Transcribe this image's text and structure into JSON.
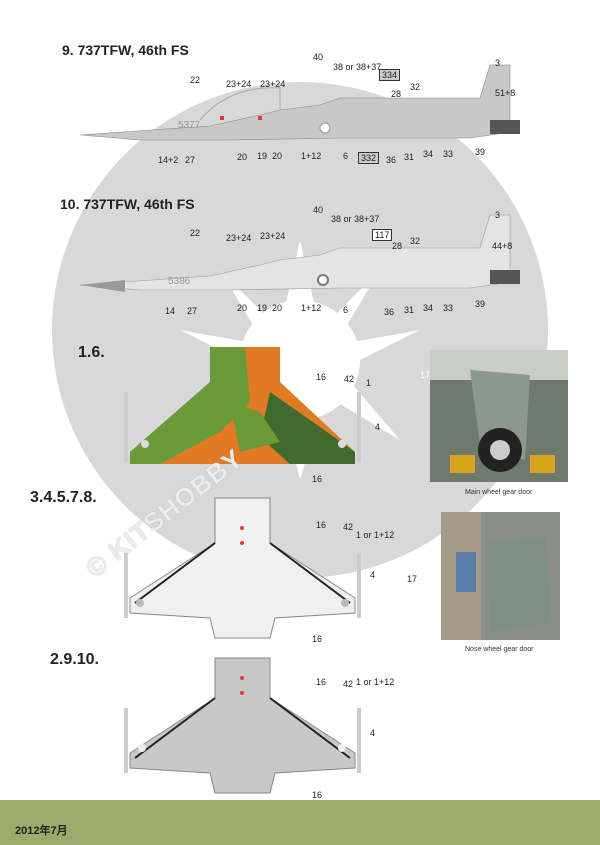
{
  "profiles": [
    {
      "title": "9. 737TFW, 46th FS",
      "serial": "5377",
      "labels": [
        "40",
        "38 or 38+37",
        "334",
        "3",
        "22",
        "23+24",
        "23+24",
        "28",
        "32",
        "51+8",
        "14+2",
        "27",
        "20",
        "19",
        "20",
        "1+12",
        "6",
        "332",
        "36",
        "31",
        "34",
        "33",
        "39"
      ]
    },
    {
      "title": "10. 737TFW, 46th FS",
      "serial": "5386",
      "labels": [
        "40",
        "38 or 38+37",
        "117",
        "3",
        "22",
        "23+24",
        "23+24",
        "28",
        "32",
        "44+8",
        "14",
        "27",
        "20",
        "19",
        "20",
        "1+12",
        "6",
        "36",
        "31",
        "34",
        "33",
        "39"
      ]
    }
  ],
  "plans": [
    {
      "title": "1.6.",
      "labels": [
        "16",
        "42",
        "1",
        "4",
        "16"
      ],
      "colors": [
        "#e07a24",
        "#6a9a3a",
        "#3f6b2e"
      ]
    },
    {
      "title": "3.4.5.7.8.",
      "labels": [
        "16",
        "42",
        "1 or 1+12",
        "4",
        "16"
      ]
    },
    {
      "title": "2.9.10.",
      "labels": [
        "16",
        "42",
        "1 or 1+12",
        "4",
        "16"
      ]
    }
  ],
  "photos": [
    {
      "caption": "Main wheel gear door",
      "callout": "17"
    },
    {
      "caption": "Nose wheel gear door",
      "callout": "17"
    }
  ],
  "watermark": "© KITSHOBBY",
  "footer": {
    "date": "2012年7月"
  },
  "colors": {
    "emblem": "#d8d8d8",
    "footer": "#9aab6c",
    "aircraft": "#c8c8c8"
  }
}
